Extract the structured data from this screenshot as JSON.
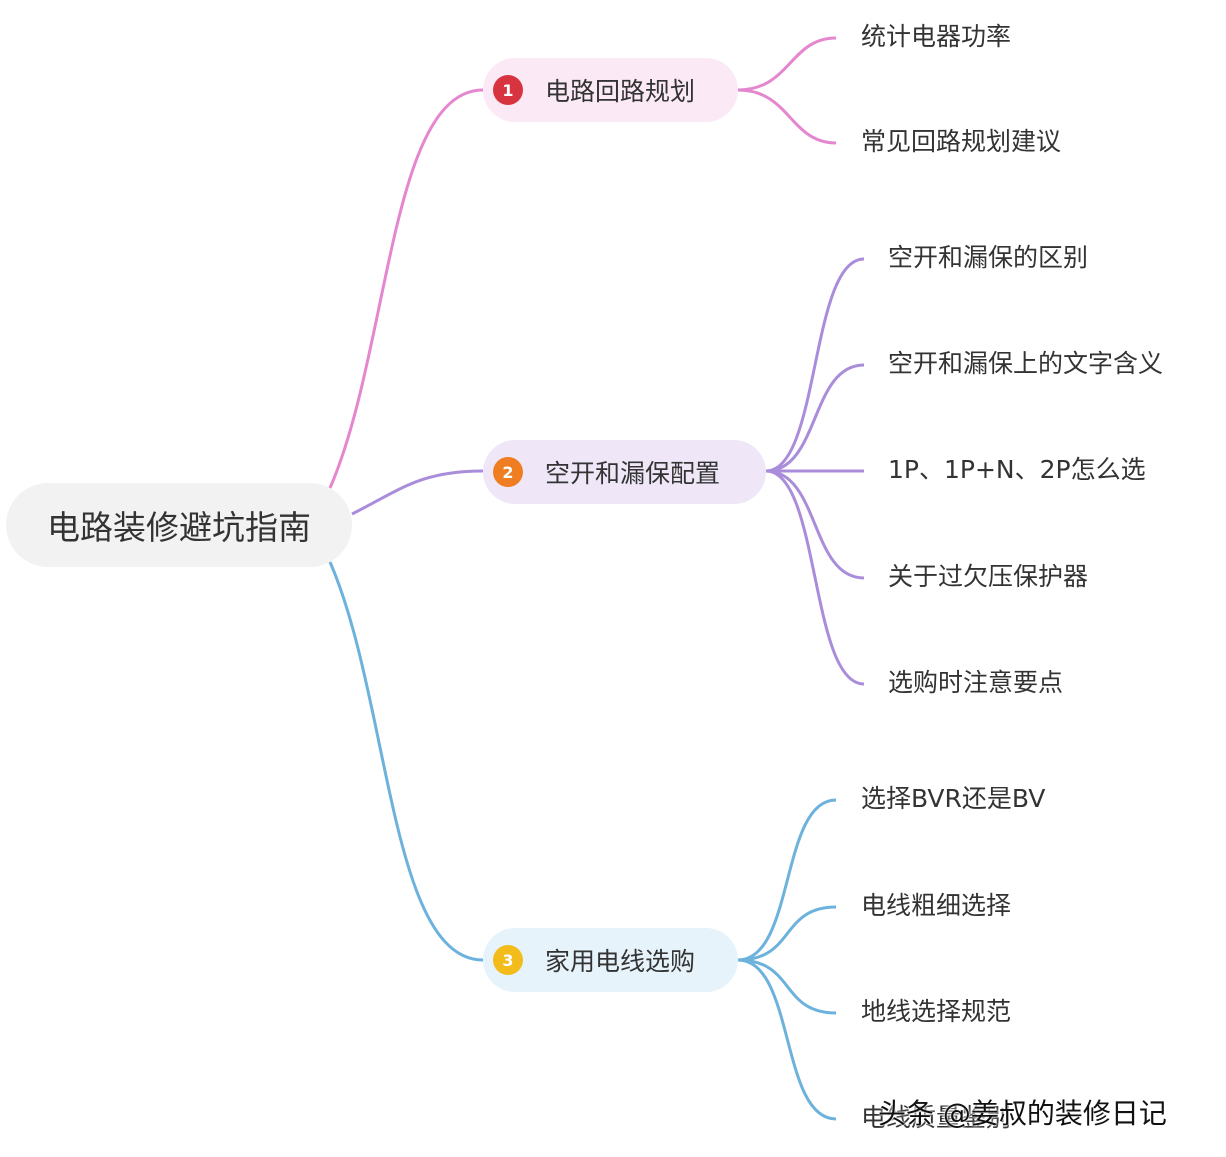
{
  "root": {
    "label": "电路装修避坑指南"
  },
  "branches": [
    {
      "number": "1",
      "label": "电路回路规划",
      "color": "#e587cf",
      "badge_color": "#d8343f",
      "fill_color": "#fbeaf5",
      "children": [
        "统计电器功率",
        "常见回路规划建议"
      ]
    },
    {
      "number": "2",
      "label": "空开和漏保配置",
      "color": "#a98ddb",
      "badge_color": "#ef7d22",
      "fill_color": "#efe7f8",
      "children": [
        "空开和漏保的区别",
        "空开和漏保上的文字含义",
        "1P、1P+N、2P怎么选",
        "关于过欠压保护器",
        "选购时注意要点"
      ]
    },
    {
      "number": "3",
      "label": "家用电线选购",
      "color": "#6cb2dd",
      "badge_color": "#f2bc1b",
      "fill_color": "#e6f3fb",
      "children": [
        "选择BVR还是BV",
        "电线粗细选择",
        "地线选择规范",
        "电线质量鉴别"
      ]
    }
  ],
  "watermark": "头条 @姜叔的装修日记"
}
